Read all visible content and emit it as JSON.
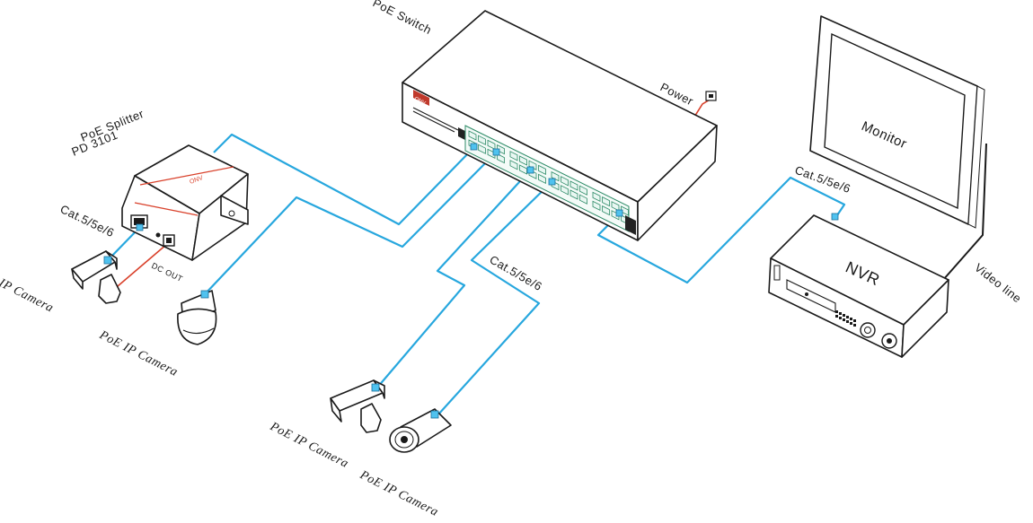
{
  "labels": {
    "poe_switch": "PoE  Switch",
    "power": "Power",
    "monitor": "Monitor",
    "nvr": "NVR",
    "video_line": "Video line",
    "splitter_line1": "PoE Splitter",
    "splitter_line2": "PD 3101",
    "cat_splitter": "Cat.5/5e/6",
    "cat_center": "Cat.5/5e/6",
    "cat_nvr": "Cat.5/5e/6",
    "dc_out": "DC OUT",
    "ip_camera": "IP Camera",
    "poe_ip_camera_dome": "PoE IP Camera",
    "poe_ip_camera_box": "PoE IP Camera",
    "poe_ip_camera_bullet": "PoE IP Camera"
  },
  "colors": {
    "cable": "#27a7de",
    "power_line": "#d9412b",
    "outline": "#1a1a1a",
    "port": "#2c8a66"
  },
  "icons": [
    "poe-switch-icon",
    "monitor-icon",
    "nvr-icon",
    "poe-splitter-icon",
    "ip-camera-icon",
    "dome-camera-icon",
    "box-camera-icon",
    "bullet-camera-icon",
    "power-socket-icon"
  ]
}
